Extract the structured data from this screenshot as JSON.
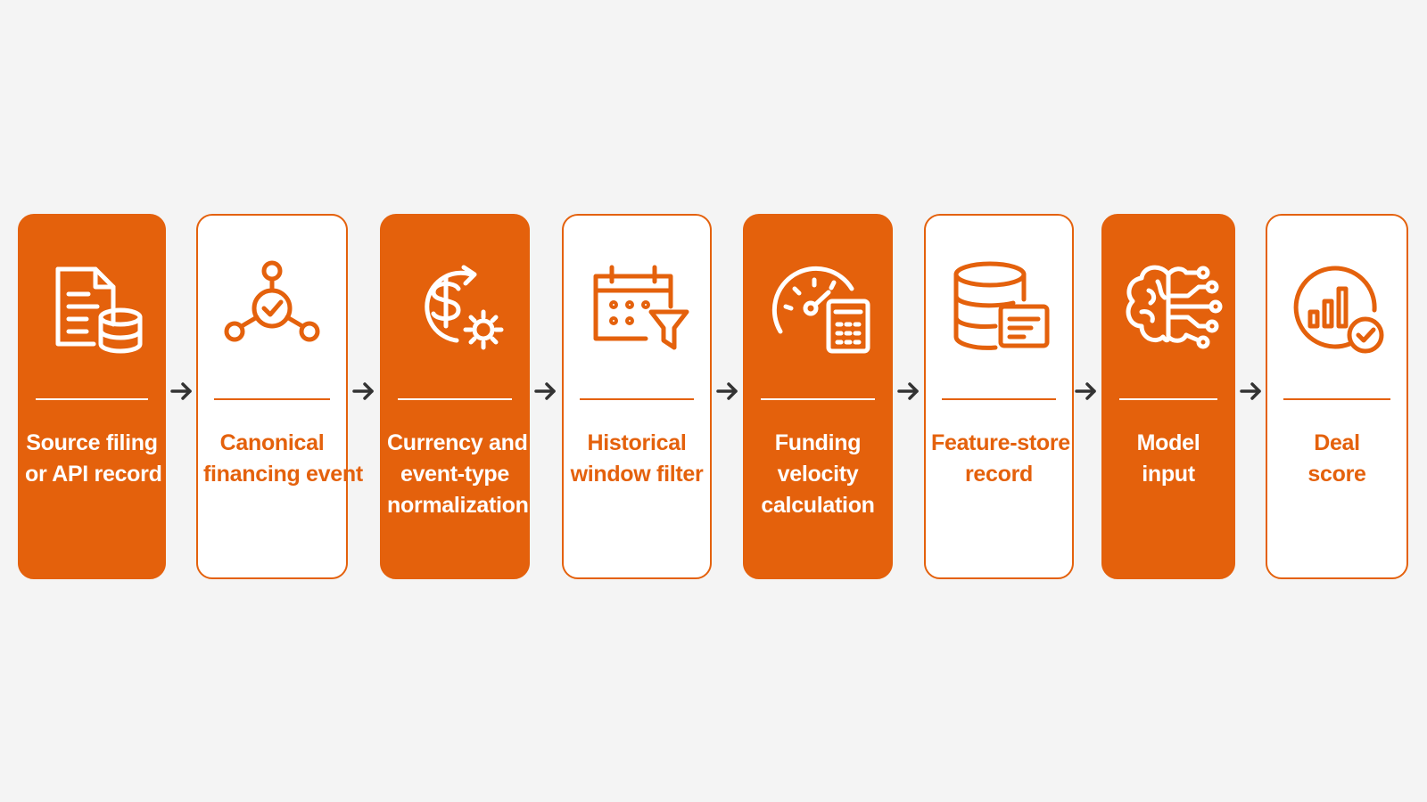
{
  "steps": [
    {
      "lines": [
        "Source filing",
        "or API record"
      ],
      "icon": "document-database-icon",
      "style": "filled"
    },
    {
      "lines": [
        "Canonical",
        "financing event"
      ],
      "icon": "network-check-icon",
      "style": "outline"
    },
    {
      "lines": [
        "Currency and",
        "event-type",
        "normalization"
      ],
      "icon": "currency-gear-icon",
      "style": "filled"
    },
    {
      "lines": [
        "Historical",
        "window filter"
      ],
      "icon": "calendar-filter-icon",
      "style": "outline"
    },
    {
      "lines": [
        "Funding",
        "velocity",
        "calculation"
      ],
      "icon": "gauge-calculator-icon",
      "style": "filled"
    },
    {
      "lines": [
        "Feature-store",
        "record"
      ],
      "icon": "database-record-icon",
      "style": "outline"
    },
    {
      "lines": [
        "Model",
        "input"
      ],
      "icon": "brain-circuit-icon",
      "style": "filled"
    },
    {
      "lines": [
        "Deal",
        "score"
      ],
      "icon": "score-chart-check-icon",
      "style": "outline"
    }
  ],
  "colors": {
    "accent": "#e4610c",
    "background": "#f4f4f4",
    "card_outline_fill": "#ffffff",
    "arrow": "#333333"
  },
  "connector_icon": "arrow-right-icon"
}
